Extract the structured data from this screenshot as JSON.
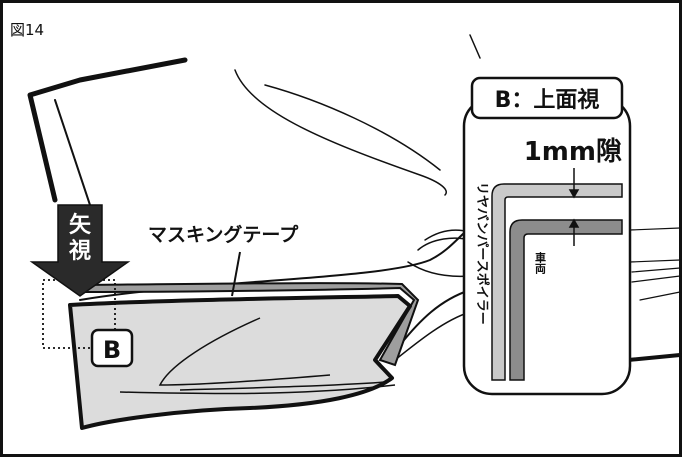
{
  "figure": {
    "number": "図14",
    "label_masking_tape": "マスキングテープ",
    "arrow_label_line1": "矢",
    "arrow_label_line2": "視",
    "view_marker": "B",
    "inset_title": "B：上面視",
    "gap_label": "1mm隙",
    "spoiler_label": "リヤバンパースポイラー",
    "vehicle_label": "車両"
  },
  "colors": {
    "outline": "#111111",
    "arrow": "#2a2a2a",
    "spoiler_fill": "#dcdcdc",
    "tape_fill": "#9e9e9e",
    "body_strip": "#8c8c8c",
    "light_strip": "#c9c9c9"
  }
}
